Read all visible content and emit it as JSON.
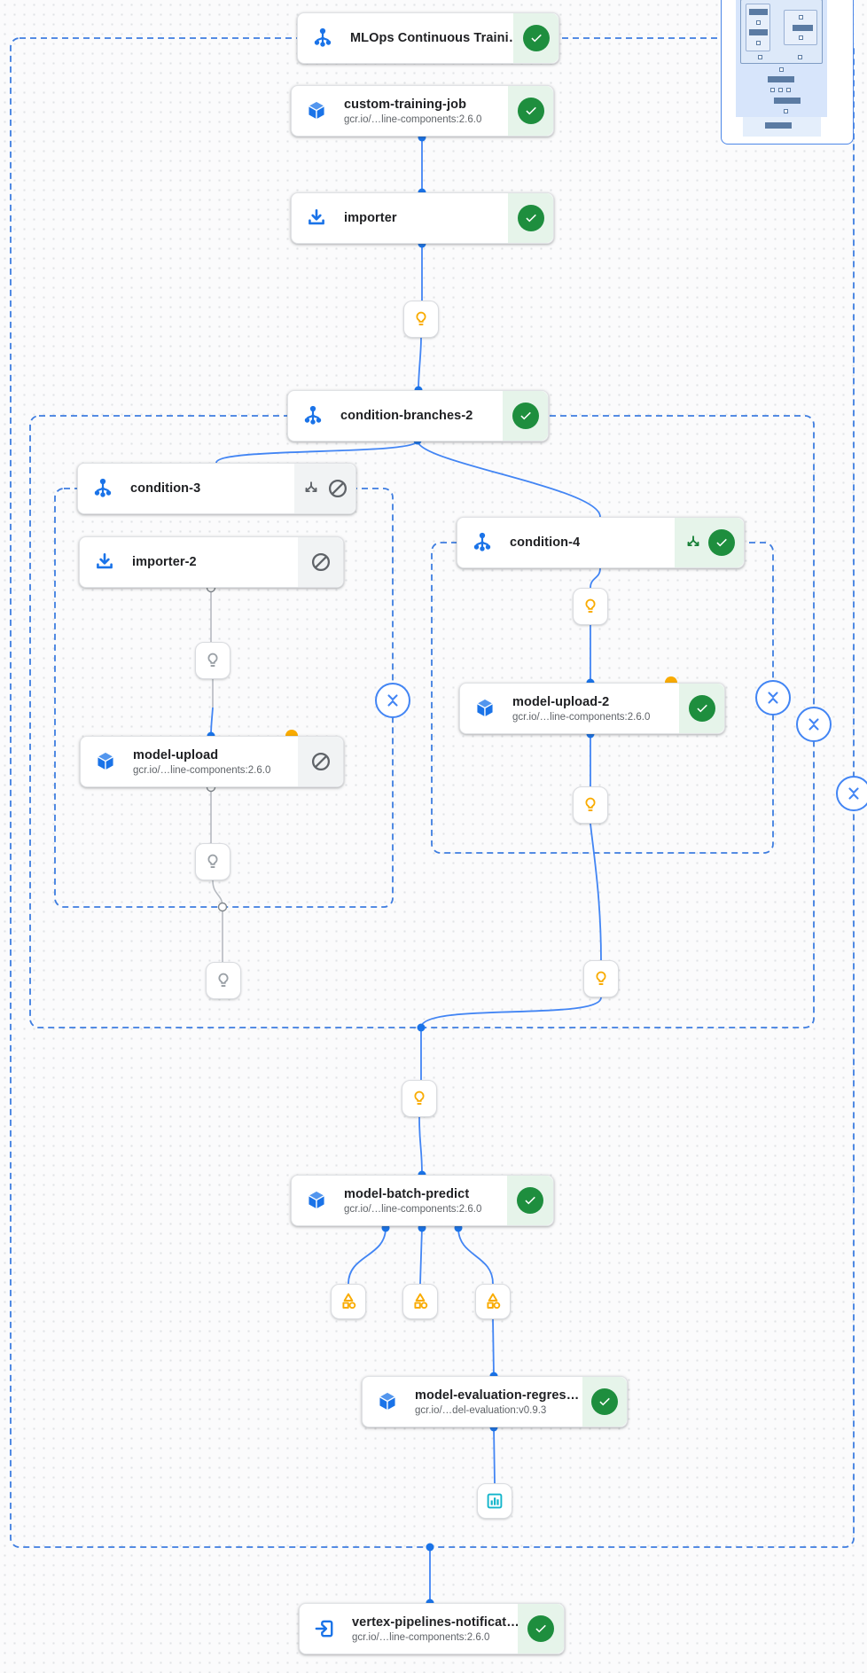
{
  "app": {
    "view": "vertex-pipelines-dag"
  },
  "colors": {
    "accent_blue": "#1a73e8",
    "line_blue": "#4285f4",
    "dashed_border": "#3e7de0",
    "success_green": "#1e8e3e",
    "success_bg": "#e6f4ea",
    "skip_gray": "#5f6368",
    "skip_bg": "#f1f3f4",
    "artifact_yellow": "#f9ab00",
    "artifact_gray": "#9aa0a6",
    "metrics_teal": "#12b5cb",
    "gray_line": "#b6bac0"
  },
  "icons": {
    "condition": "branch-trident-icon",
    "component": "cube-icon",
    "importer": "download-icon",
    "notification": "exit-to-app-icon",
    "artifact": "lightbulb-icon",
    "metrics": "triangle-square-circle-icon",
    "visualization": "bar-chart-icon",
    "succeeded": "check-circle-icon",
    "skipped": "blocked-icon",
    "branch_indicator": "split-arrows-icon",
    "collapse": "unfold-less-icon"
  },
  "nodes": [
    {
      "title": "MLOps Continuous Traini…",
      "subtitle": "",
      "type": "condition",
      "state": "succeeded"
    },
    {
      "title": "custom-training-job",
      "subtitle": "gcr.io/…line-components:2.6.0",
      "type": "component",
      "state": "succeeded"
    },
    {
      "title": "importer",
      "subtitle": "",
      "type": "importer",
      "state": "succeeded"
    },
    {
      "title": "condition-branches-2",
      "subtitle": "",
      "type": "condition",
      "state": "succeeded"
    },
    {
      "title": "condition-3",
      "subtitle": "",
      "type": "condition",
      "state": "skipped"
    },
    {
      "title": "importer-2",
      "subtitle": "",
      "type": "importer",
      "state": "skipped"
    },
    {
      "title": "model-upload",
      "subtitle": "gcr.io/…line-components:2.6.0",
      "type": "component",
      "state": "skipped"
    },
    {
      "title": "condition-4",
      "subtitle": "",
      "type": "condition",
      "state": "succeeded"
    },
    {
      "title": "model-upload-2",
      "subtitle": "gcr.io/…line-components:2.6.0",
      "type": "component",
      "state": "succeeded"
    },
    {
      "title": "model-batch-predict",
      "subtitle": "gcr.io/…line-components:2.6.0",
      "type": "component",
      "state": "succeeded"
    },
    {
      "title": "model-evaluation-regres…",
      "subtitle": "gcr.io/…del-evaluation:v0.9.3",
      "type": "component",
      "state": "succeeded"
    },
    {
      "title": "vertex-pipelines-notificat…",
      "subtitle": "gcr.io/…line-components:2.6.0",
      "type": "notification",
      "state": "succeeded"
    }
  ]
}
